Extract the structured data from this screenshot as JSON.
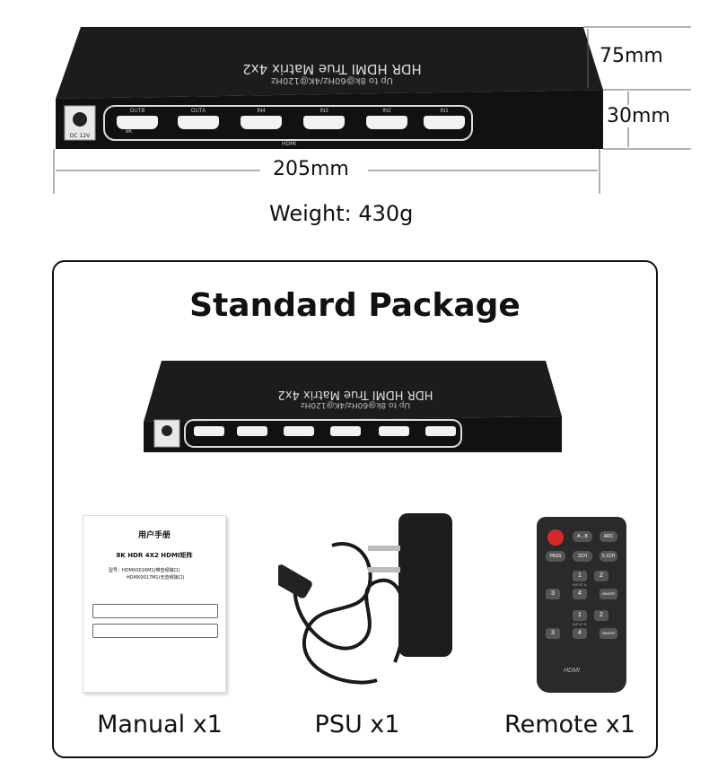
{
  "dimensions": {
    "depth": "75mm",
    "height": "30mm",
    "width": "205mm",
    "weight": "Weight: 430g"
  },
  "device": {
    "top_label": "HDR HDMI True Matrix 4x2",
    "top_sublabel": "Up to 8k@60Hz/4K@120Hz",
    "power_label": "DC 12V",
    "port_group_label": "HDMI",
    "ports": [
      "OUTB",
      "OUTA",
      "IN4",
      "IN3",
      "IN2",
      "IN1"
    ],
    "port_sub": "8K"
  },
  "package": {
    "title": "Standard Package",
    "items": [
      {
        "label": "Manual x1"
      },
      {
        "label": "PSU x1"
      },
      {
        "label": "Remote x1"
      }
    ]
  },
  "manual": {
    "title": "用户手册",
    "subtitle": "8K HDR 4X2 HDMI矩阵",
    "model1": "型号：HDMX0016M1(带音频接口)",
    "model2": "HDMX0017M1(无音频接口)"
  },
  "remote": {
    "rows": [
      [
        "A↔B",
        "ARC"
      ],
      [
        "PASS",
        "2CH",
        "5.1CH"
      ],
      [
        "1",
        "2"
      ],
      [
        "3",
        "4",
        "ON/OFF"
      ],
      [
        "1",
        "2"
      ],
      [
        "3",
        "4",
        "ON/OFF"
      ]
    ],
    "row_label_a": "INPUT A",
    "row_label_b": "INPUT B",
    "brand": "HDMI"
  },
  "colors": {
    "device_body": "#151515",
    "device_top": "#1e1e1e",
    "power_red": "#d62a2a"
  }
}
